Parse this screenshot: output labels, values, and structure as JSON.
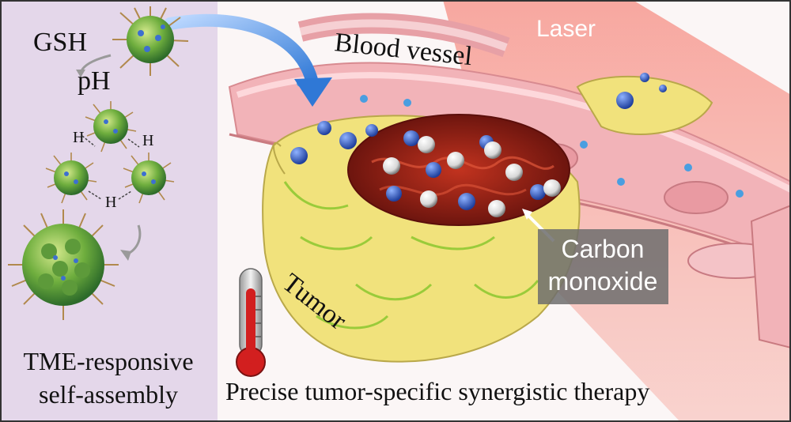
{
  "left_panel": {
    "gsh_label": "GSH",
    "ph_label": "pH",
    "h_bond_label": "H",
    "caption_line1": "TME-responsive",
    "caption_line2": "self-assembly"
  },
  "scene": {
    "blood_vessel_label": "Blood vessel",
    "laser_label": "Laser",
    "tumor_label": "Tumor",
    "co_label_line1": "Carbon",
    "co_label_line2": "monoxide",
    "bottom_caption": "Precise tumor-specific synergistic therapy"
  },
  "colors": {
    "panel_bg": "#e4d7ea",
    "laser": "#f4a49e",
    "vessel": "#f2b3b8",
    "tumor": "#f1e27c",
    "tumor_core": "#8e1a14",
    "nanoparticle": "#2e55b8",
    "co_box": "#6d6d6d"
  },
  "icons": {
    "thermometer": "thermometer-icon",
    "arrow": "curved-arrow-icon"
  }
}
